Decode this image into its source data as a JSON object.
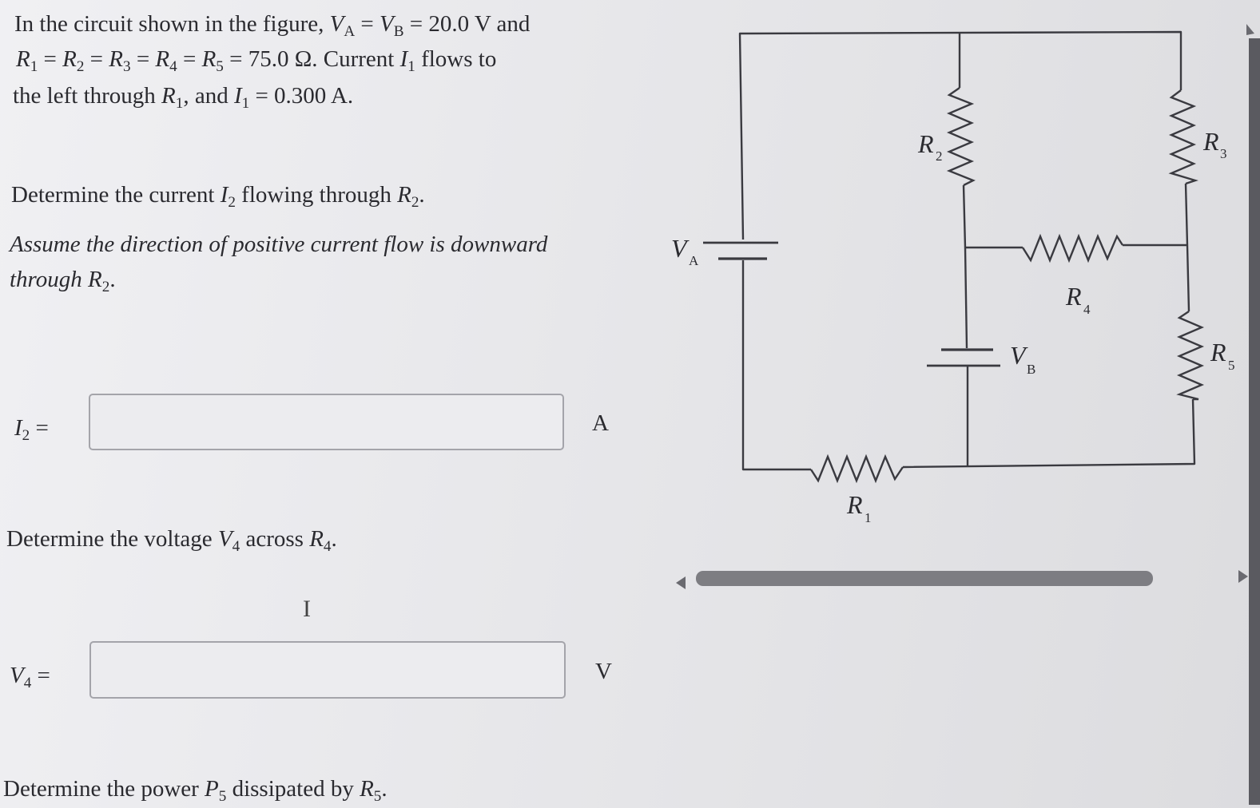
{
  "problem": {
    "intro": {
      "line1": {
        "a": "In the circuit shown in the figure, ",
        "va": "V",
        "va_sub": "A",
        "eq1": " = ",
        "vb": "V",
        "vb_sub": "B",
        "rest": " = 20.0 V and"
      },
      "line2": {
        "r1": "R",
        "r1_sub": "1",
        "r2": "R",
        "r2_sub": "2",
        "r3": "R",
        "r3_sub": "3",
        "r4": "R",
        "r4_sub": "4",
        "r5": "R",
        "r5_sub": "5",
        "eq": " = ",
        "value": " = 75.0 Ω. Current ",
        "i1": "I",
        "i1_sub": "1",
        "tail": " flows to"
      },
      "line3": {
        "a": "the left through ",
        "r1": "R",
        "r1_sub": "1",
        "b": ", and ",
        "i1": "I",
        "i1_sub": "1",
        "c": " = 0.300 A."
      }
    },
    "q1": {
      "prefix": "Determine the current ",
      "var": "I",
      "var_sub": "2",
      "mid": " flowing through ",
      "r": "R",
      "r_sub": "2",
      "end": ".",
      "assume_a": "Assume the direction of positive current flow is downward",
      "assume_b": "through ",
      "assume_r": "R",
      "assume_r_sub": "2",
      "assume_end": ".",
      "label": "I",
      "label_sub": "2",
      "label_eq": " =",
      "input_value": "",
      "unit": "A"
    },
    "q2": {
      "prefix": "Determine the voltage ",
      "var": "V",
      "var_sub": "4",
      "mid": " across ",
      "r": "R",
      "r_sub": "4",
      "end": ".",
      "label": "V",
      "label_sub": "4",
      "label_eq": " =",
      "input_value": "",
      "unit": "V",
      "cursor_glyph": "I"
    },
    "q3": {
      "prefix": "Determine the power ",
      "var": "P",
      "var_sub": "5",
      "mid": " dissipated by ",
      "r": "R",
      "r_sub": "5",
      "end": "."
    }
  },
  "circuit": {
    "labels": {
      "va": "V",
      "va_sub": "A",
      "vb": "V",
      "vb_sub": "B",
      "r1": "R",
      "r1_sub": "1",
      "r2": "R",
      "r2_sub": "2",
      "r3": "R",
      "r3_sub": "3",
      "r4": "R",
      "r4_sub": "4",
      "r5": "R",
      "r5_sub": "5"
    }
  },
  "colors": {
    "wire": "#3a3a40",
    "scroll_thumb": "#7d7d82"
  }
}
